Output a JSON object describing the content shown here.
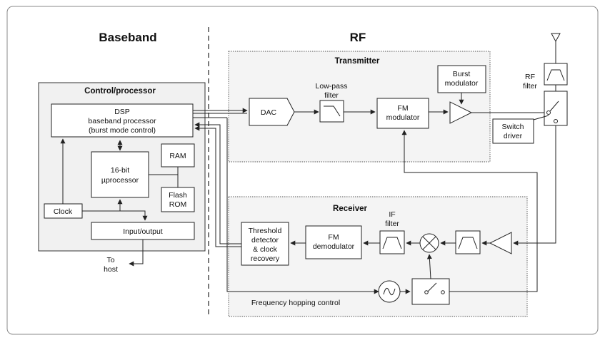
{
  "sections": {
    "baseband": "Baseband",
    "rf": "RF"
  },
  "groups": {
    "control": "Control/processor",
    "transmitter": "Transmitter",
    "receiver": "Receiver"
  },
  "blocks": {
    "dsp": [
      "DSP",
      "baseband processor",
      "(burst mode control)"
    ],
    "cpu": [
      "16-bit",
      "µprocessor"
    ],
    "ram": [
      "RAM"
    ],
    "flash": [
      "Flash",
      "ROM"
    ],
    "clock": [
      "Clock"
    ],
    "io": [
      "Input/output"
    ],
    "host": [
      "To",
      "host"
    ],
    "dac": [
      "DAC"
    ],
    "lpf": [
      "Low-pass",
      "filter"
    ],
    "fm_mod": [
      "FM",
      "modulator"
    ],
    "burst_mod": [
      "Burst",
      "modulator"
    ],
    "rf_filter": [
      "RF",
      "filter"
    ],
    "switch_driver": [
      "Switch",
      "driver"
    ],
    "threshold": [
      "Threshold",
      "detector",
      "& clock",
      "recovery"
    ],
    "fm_demod": [
      "FM",
      "demodulator"
    ],
    "if_filter": [
      "IF",
      "filter"
    ],
    "hop_control": [
      "Frequency hopping control"
    ]
  }
}
